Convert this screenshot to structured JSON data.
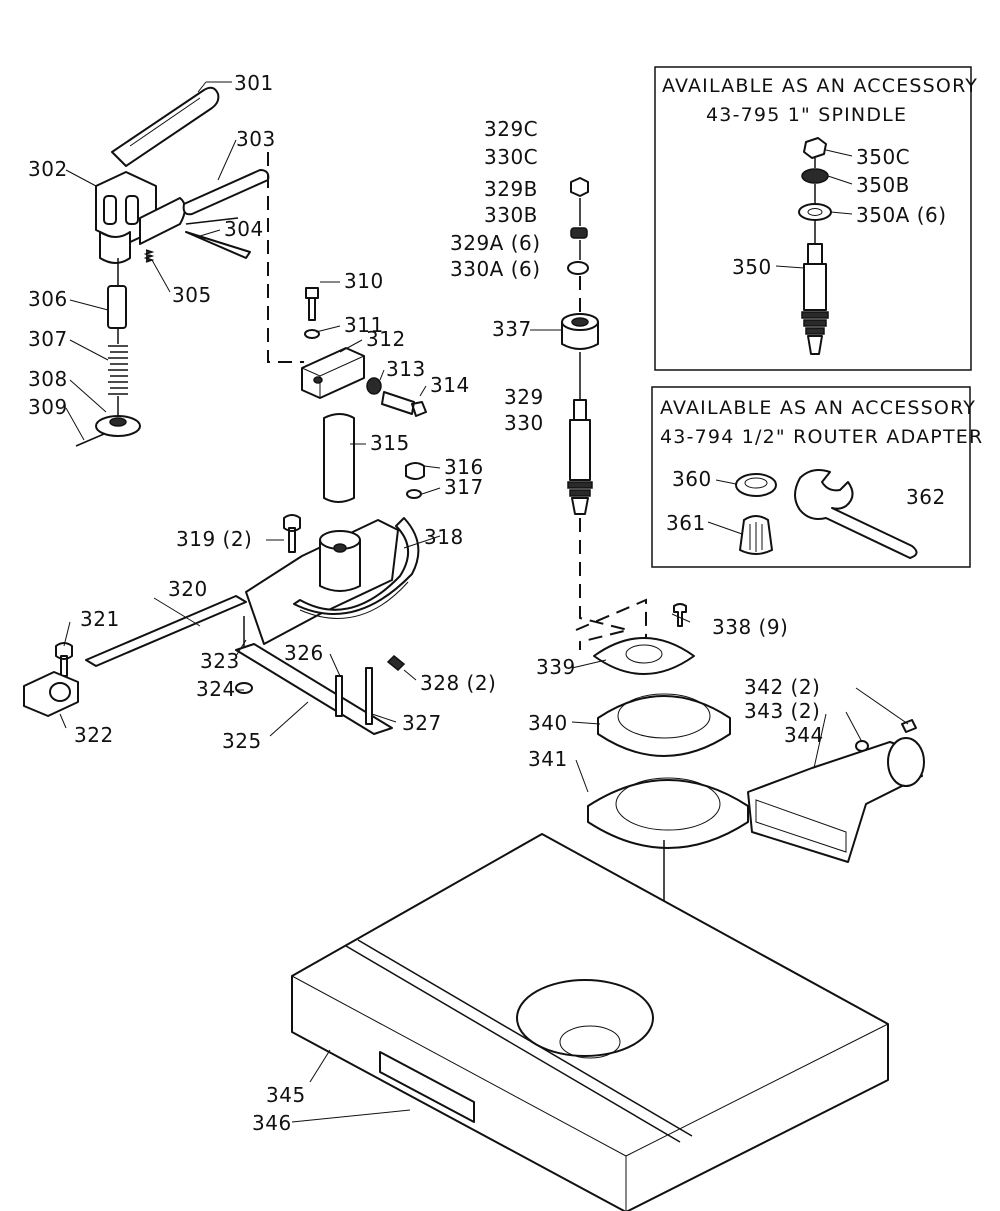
{
  "accessory_spindle": {
    "line1": "AVAILABLE AS AN ACCESSORY",
    "line2": "43-795 1\" SPINDLE"
  },
  "accessory_router": {
    "line1": "AVAILABLE AS AN ACCESSORY",
    "line2": "43-794 1/2\" ROUTER ADAPTER"
  },
  "labels": {
    "p301": "301",
    "p302": "302",
    "p303": "303",
    "p304": "304",
    "p305": "305",
    "p306": "306",
    "p307": "307",
    "p308": "308",
    "p309": "309",
    "p310": "310",
    "p311": "311",
    "p312": "312",
    "p313": "313",
    "p314": "314",
    "p315": "315",
    "p316": "316",
    "p317": "317",
    "p318": "318",
    "p319": "319 (2)",
    "p320": "320",
    "p321": "321",
    "p322": "322",
    "p323": "323",
    "p324": "324",
    "p325": "325",
    "p326": "326",
    "p327": "327",
    "p328": "328 (2)",
    "p329C": "329C",
    "p330C": "330C",
    "p329B": "329B",
    "p330B": "330B",
    "p329A": "329A (6)",
    "p330A": "330A (6)",
    "p337": "337",
    "p329": "329",
    "p330": "330",
    "p338": "338 (9)",
    "p339": "339",
    "p340": "340",
    "p341": "341",
    "p342": "342 (2)",
    "p343": "343 (2)",
    "p344": "344",
    "p345": "345",
    "p346": "346",
    "p350C": "350C",
    "p350B": "350B",
    "p350A": "350A (6)",
    "p350": "350",
    "p360": "360",
    "p361": "361",
    "p362": "362"
  }
}
